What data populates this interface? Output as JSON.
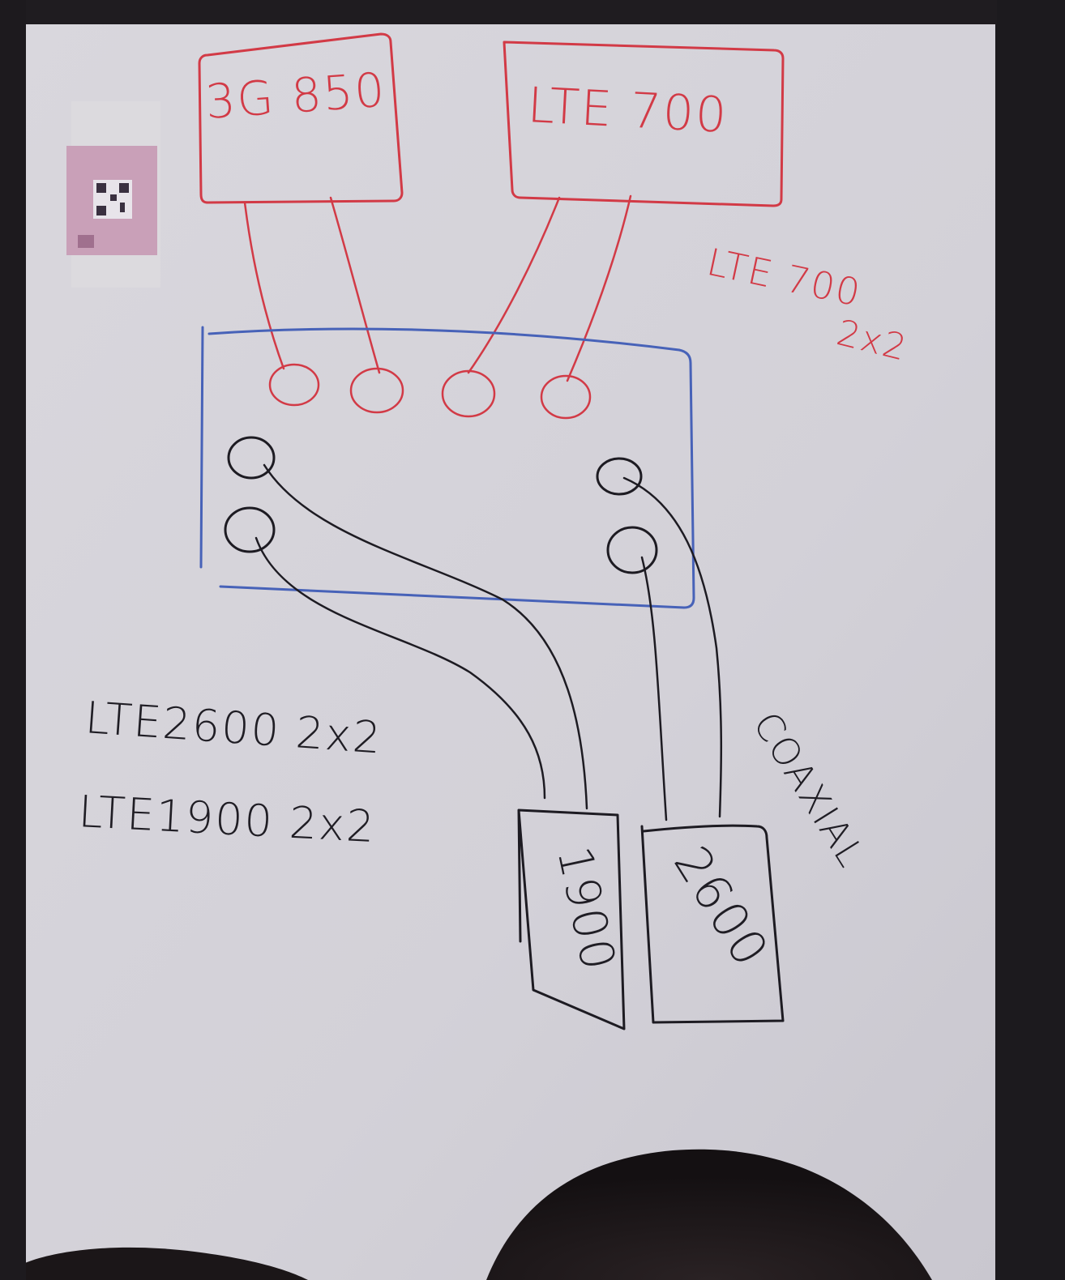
{
  "board": {
    "box_top_left": "3G 850",
    "box_top_right": "LTE 700",
    "note_right_line1": "LTE 700",
    "note_right_line2": "2x2",
    "note_left_line1": "LTE2600 2x2",
    "note_left_line2": "LTE1900 2x2",
    "note_cable": "COAXIAL",
    "box_bottom_left": "1900",
    "box_bottom_right": "2600"
  },
  "colors": {
    "wall": "#2a2628",
    "board": "#d6d4da",
    "red_marker": "#d23a46",
    "blue_marker": "#4762b8",
    "black_marker": "#1d1b22",
    "sticker": "#c9a0b8"
  }
}
